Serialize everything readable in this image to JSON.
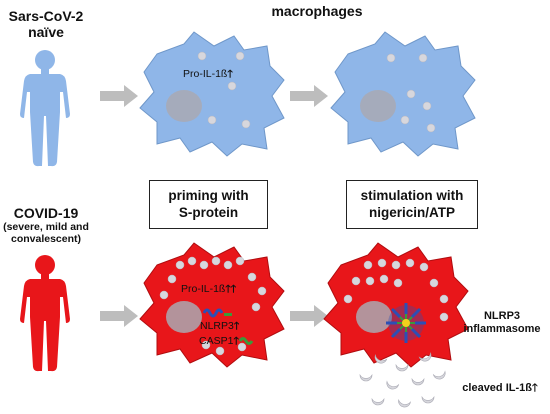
{
  "header": {
    "naive_line1": "Sars-CoV-2",
    "naive_line2": "naïve",
    "macrophages": "macrophages"
  },
  "covid": {
    "title": "COVID-19",
    "subtitle_line1": "(severe, mild and",
    "subtitle_line2": "convalescent)"
  },
  "boxes": {
    "priming_line1": "priming with",
    "priming_line2": "S-protein",
    "stimulation_line1": "stimulation with",
    "stimulation_line2": "nigericin/ATP"
  },
  "cells": {
    "top_mid_label": "Pro-IL-1ß",
    "bottom_mid_prol": "Pro-IL-1ß",
    "bottom_mid_nlrp3": "NLRP3",
    "bottom_mid_casp1": "CASP1"
  },
  "labels": {
    "inflammasome_line1": "NLRP3",
    "inflammasome_line2": "inflammasome",
    "cleaved": "cleaved IL-1ß"
  },
  "colors": {
    "naive_blue": "#8fb6e8",
    "covid_red": "#e8161a",
    "arrow_gray": "#bdbdbd",
    "granule": "#d7d7dd",
    "nucleus": "#a9a9b3"
  }
}
